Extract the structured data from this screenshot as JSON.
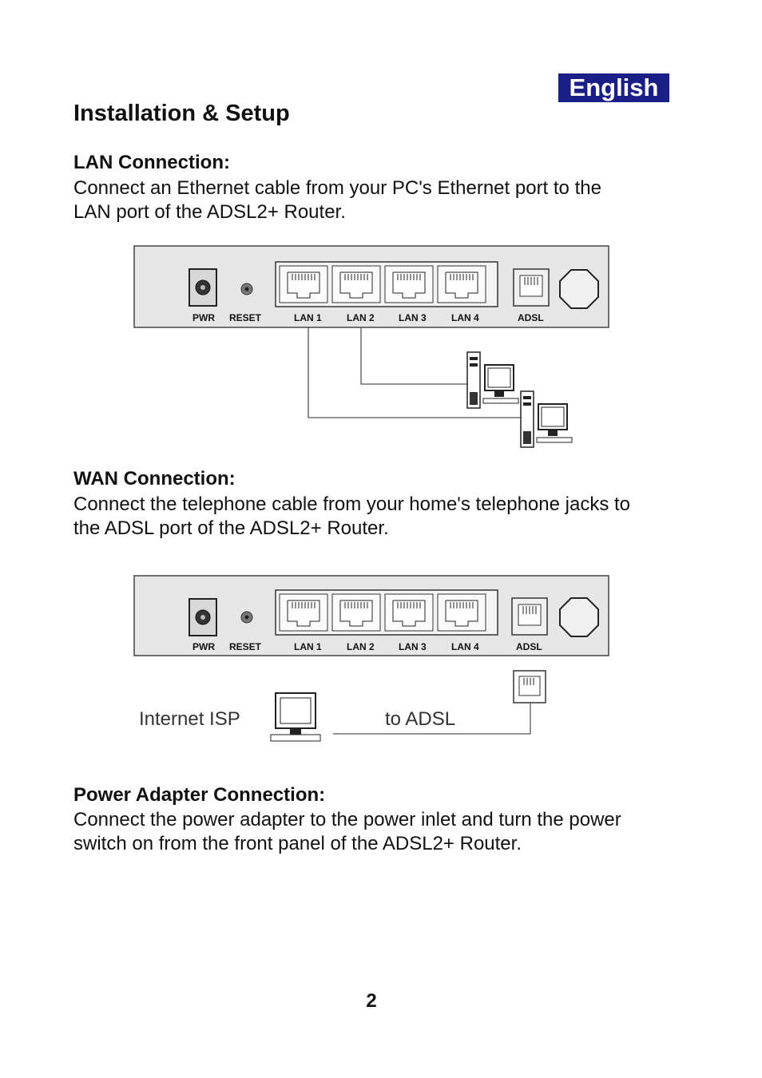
{
  "header": {
    "language_badge": "English"
  },
  "page_title": "Installation & Setup",
  "sections": [
    {
      "heading": "LAN Connection:",
      "lines": [
        "Connect an Ethernet cable from your PC's Ethernet port to the",
        "LAN port of the ADSL2+ Router."
      ]
    },
    {
      "heading": "WAN Connection:",
      "lines": [
        "Connect the telephone cable from your home's telephone jacks to",
        "the ADSL port of the ADSL2+ Router."
      ]
    },
    {
      "heading": "Power Adapter Connection:",
      "lines": [
        "Connect the power adapter to the power inlet and turn the power",
        "switch on from the front panel of the ADSL2+ Router."
      ]
    }
  ],
  "router_panel": {
    "labels": [
      "PWR",
      "RESET",
      "LAN 1",
      "LAN 2",
      "LAN 3",
      "LAN 4",
      "ADSL"
    ]
  },
  "wan_figure": {
    "isp_label": "Internet ISP",
    "adsl_label": "to ADSL"
  },
  "footer": {
    "page_number": "2"
  }
}
